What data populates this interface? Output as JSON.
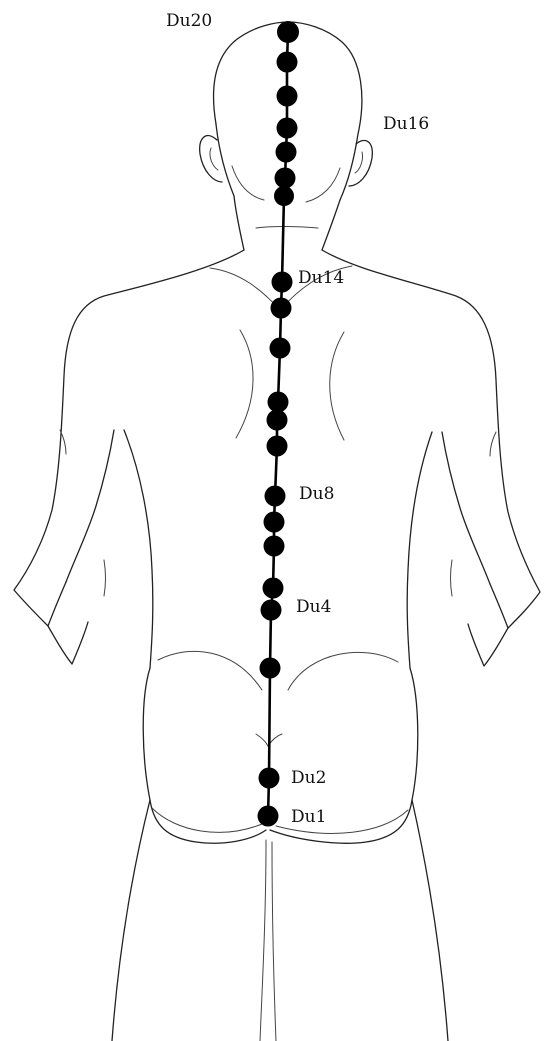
{
  "figure": {
    "labels": {
      "du20": "Du20",
      "du16": "Du16",
      "du14": "Du14",
      "du8": "Du8",
      "du4": "Du4",
      "du2": "Du2",
      "du1": "Du1"
    },
    "line_color": "#000000",
    "point_color": "#000000"
  }
}
